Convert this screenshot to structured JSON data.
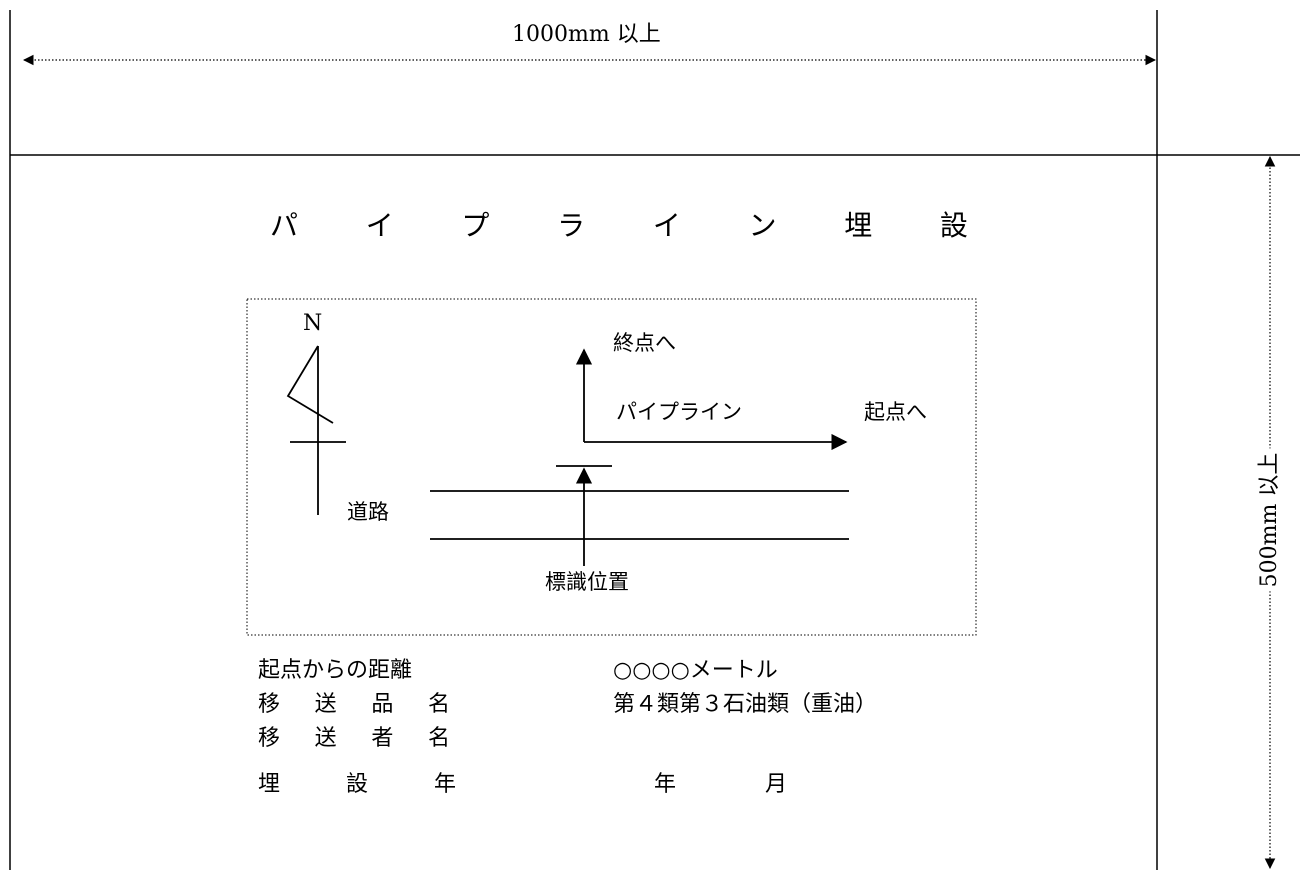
{
  "dimensions": {
    "width_label": "1000mm 以上",
    "height_label": "500mm 以上"
  },
  "sign": {
    "title_chars": [
      "パ",
      "イ",
      "プ",
      "ラ",
      "イ",
      "ン",
      "埋",
      "設"
    ]
  },
  "map": {
    "north_label": "N",
    "to_end_label": "終点へ",
    "pipeline_label": "パイプライン",
    "to_start_label": "起点へ",
    "road_label": "道路",
    "sign_position_label": "標識位置"
  },
  "info": {
    "rows": [
      {
        "label": "起点からの距離",
        "value": "○○○○メートル"
      },
      {
        "label_chars": [
          "移",
          "送",
          "品",
          "名"
        ],
        "value": "第４類第３石油類（重油）"
      },
      {
        "label_chars": [
          "移",
          "送",
          "者",
          "名"
        ],
        "value": ""
      },
      {
        "label_chars": [
          "埋",
          "設",
          "年"
        ],
        "value_chars": [
          "年",
          "月"
        ]
      }
    ]
  }
}
